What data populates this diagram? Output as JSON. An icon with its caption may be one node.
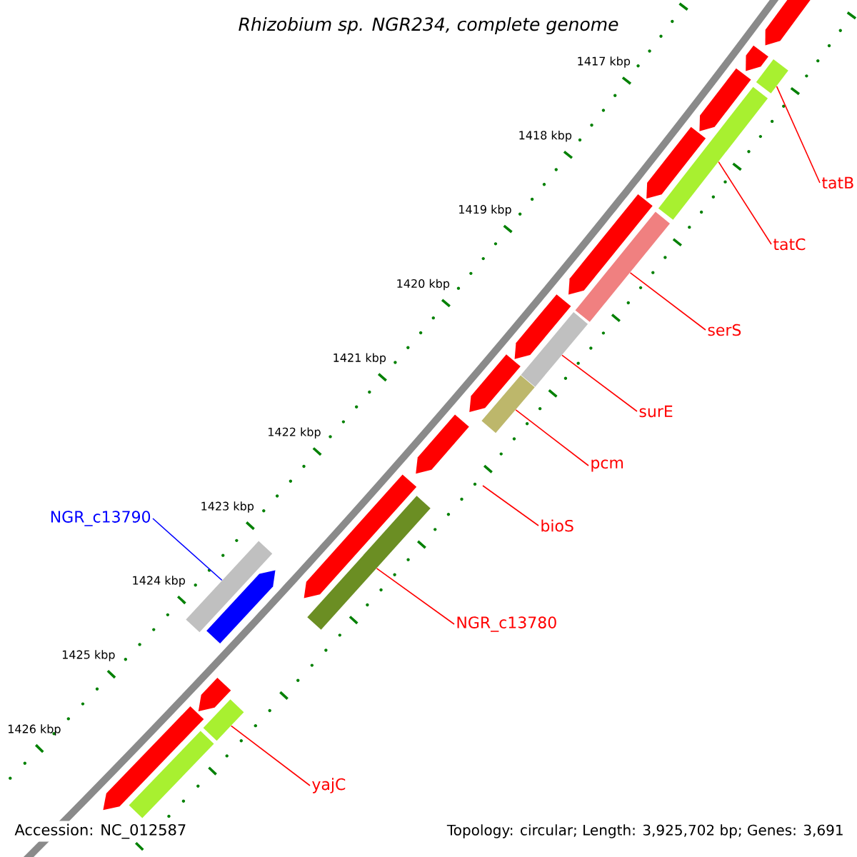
{
  "diagram": {
    "title": "Rhizobium sp. NGR234, complete genome",
    "nodes": [
      {
        "text": [],
        "shape": "pentagon"
      },
      {
        "text": [],
        "shape": "pentagon"
      },
      {
        "text": [],
        "shape": "bar"
      },
      {
        "text": [],
        "shape": "pentagon"
      },
      {
        "text": [],
        "shape": "bar"
      },
      {
        "text": [],
        "shape": "pentagon"
      },
      {
        "text": [],
        "shape": "pentagon"
      },
      {
        "text": [],
        "shape": "bar"
      },
      {
        "text": [],
        "shape": "pentagon"
      },
      {
        "text": [],
        "shape": "bar"
      },
      {
        "text": [],
        "shape": "pentagon"
      },
      {
        "text": [],
        "shape": "bar"
      },
      {
        "text": [],
        "shape": "pentagon"
      },
      {
        "text": [],
        "shape": "pentagon"
      },
      {
        "text": [],
        "shape": "bar"
      },
      {
        "text": [],
        "shape": "bar"
      },
      {
        "text": [],
        "shape": "pentagon"
      },
      {
        "text": [],
        "shape": "pentagon"
      },
      {
        "text": [],
        "shape": "bar"
      },
      {
        "text": [],
        "shape": "pentagon"
      },
      {
        "text": [],
        "shape": "bar"
      },
      {
        "text": [
          "tatB"
        ]
      },
      {
        "text": [
          "tatC"
        ]
      },
      {
        "text": [
          "serS"
        ]
      },
      {
        "text": [
          "surE"
        ]
      },
      {
        "text": [
          "pcm"
        ]
      },
      {
        "text": [
          "bioS"
        ]
      },
      {
        "text": [
          "NGR_c13780"
        ]
      },
      {
        "text": [
          "yajC"
        ]
      },
      {
        "text": [
          "NGR_c13790"
        ]
      }
    ],
    "edges": [
      {
        "from": 21,
        "to": 2,
        "arrow": "none"
      },
      {
        "from": 22,
        "to": 4,
        "arrow": "none"
      },
      {
        "from": 23,
        "to": 7,
        "arrow": "none"
      },
      {
        "from": 24,
        "to": 9,
        "arrow": "none"
      },
      {
        "from": 25,
        "to": 11,
        "arrow": "none"
      },
      {
        "from": 26,
        "to": null,
        "arrow": "none"
      },
      {
        "from": 27,
        "to": 14,
        "arrow": "none"
      },
      {
        "from": 28,
        "to": 18,
        "arrow": "none"
      },
      {
        "from": 29,
        "to": 15,
        "arrow": "none",
        "color": "#0000ff"
      }
    ],
    "labels": [
      "1417 kbp",
      "1418 kbp",
      "1419 kbp",
      "1420 kbp",
      "1421 kbp",
      "1422 kbp",
      "1423 kbp",
      "1424 kbp",
      "1425 kbp",
      "1426 kbp",
      "Accession: NC_012587",
      "Topology: circular; Length: 3,925,702 bp; Genes: 3,691"
    ]
  }
}
